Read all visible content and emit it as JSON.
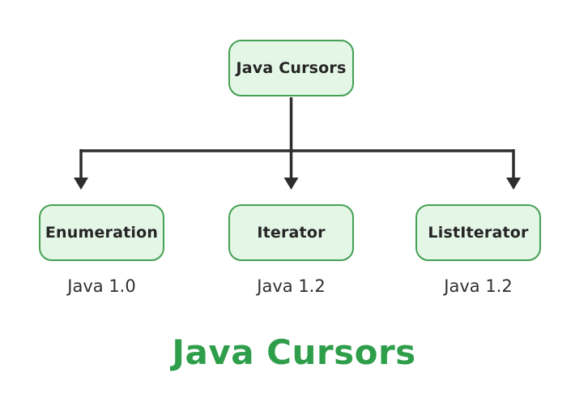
{
  "diagram": {
    "root": {
      "label": "Java Cursors"
    },
    "children": [
      {
        "label": "Enumeration",
        "version": "Java 1.0"
      },
      {
        "label": "Iterator",
        "version": "Java 1.2"
      },
      {
        "label": "ListIterator",
        "version": "Java 1.2"
      }
    ],
    "title": "Java Cursors"
  },
  "colors": {
    "background": "#ffffff",
    "box_fill": "#e4f6e6",
    "box_border": "#44a052",
    "box_text": "#252525",
    "version_text": "#2f2f2f",
    "arrow": "#2d2d2d",
    "title_text": "#2e9e4b"
  }
}
